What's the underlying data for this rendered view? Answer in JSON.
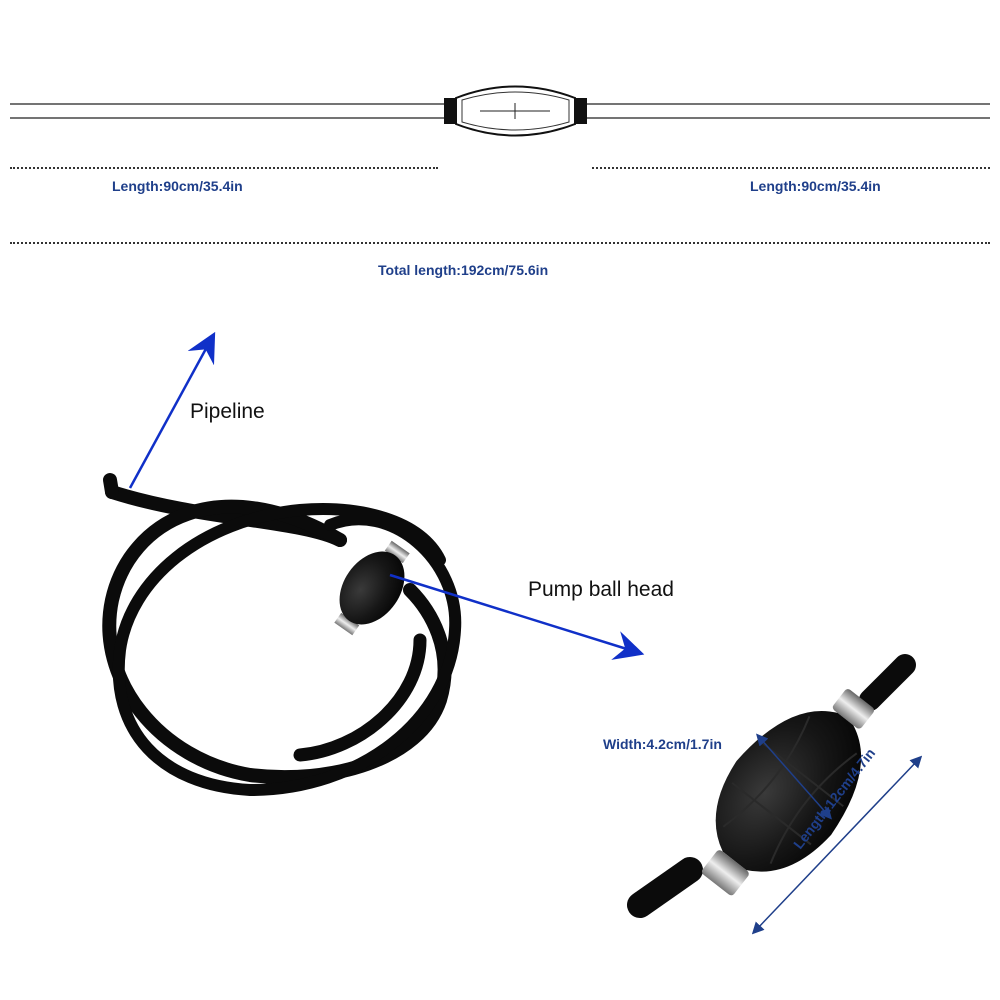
{
  "diagram": {
    "left_segment_length": "Length:90cm/35.4in",
    "right_segment_length": "Length:90cm/35.4in",
    "total_length": "Total length:192cm/75.6in"
  },
  "callouts": {
    "pipeline": "Pipeline",
    "pump_ball_head": "Pump ball head"
  },
  "closeup": {
    "width": "Width:4.2cm/1.7in",
    "length": "Length:12cm/4.7in"
  },
  "colors": {
    "annotation_blue": "#1f3f8a",
    "arrow_blue": "#1030c8",
    "hose_black": "#0b0b0b"
  }
}
